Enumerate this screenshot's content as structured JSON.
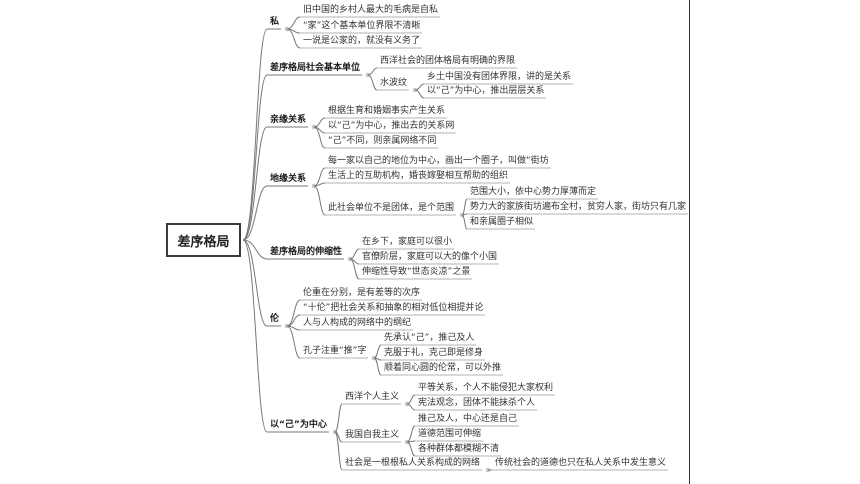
{
  "root": "差序格局",
  "branches": [
    {
      "label": "私",
      "children": [
        {
          "label": "旧中国的乡村人最大的毛病是自私"
        },
        {
          "label": "“家”这个基本单位界限不清晰"
        },
        {
          "label": "一说是公家的，就没有义务了"
        }
      ]
    },
    {
      "label": "差序格局社会基本单位",
      "children": [
        {
          "label": "西洋社会的团体格局有明确的界限"
        },
        {
          "label": "水波纹",
          "children": [
            {
              "label": "乡土中国没有团体界限，讲的是关系"
            },
            {
              "label": "以“己”为中心，推出层层关系"
            }
          ]
        }
      ]
    },
    {
      "label": "亲缘关系",
      "children": [
        {
          "label": "根据生育和婚姻事实产生关系"
        },
        {
          "label": "以“己”为中心，推出去的关系网"
        },
        {
          "label": "“己”不同，则亲属网络不同"
        }
      ]
    },
    {
      "label": "地缘关系",
      "children": [
        {
          "label": "每一家以自己的地位为中心，画出一个圈子，叫做“街坊"
        },
        {
          "label": "生活上的互助机构，婚丧嫁娶相互帮助的组织"
        },
        {
          "label": "此社会单位不是团体，是个范围",
          "children": [
            {
              "label": "范围大小，依中心势力厚薄而定"
            },
            {
              "label": "势力大的家族街坊遍布全村，贫穷人家，街坊只有几家"
            },
            {
              "label": "和亲属圈子相似"
            }
          ]
        }
      ]
    },
    {
      "label": "差序格局的伸缩性",
      "children": [
        {
          "label": "在乡下，家庭可以很小"
        },
        {
          "label": "官僚阶层，家庭可以大的像个小国"
        },
        {
          "label": "伸缩性导致“世态炎凉”之景"
        }
      ]
    },
    {
      "label": "伦",
      "children": [
        {
          "label": "伦重在分别，是有差等的次序"
        },
        {
          "label": "“十伦”把社会关系和抽象的相对低位相提并论"
        },
        {
          "label": "人与人构成的网络中的纲纪"
        },
        {
          "label": "孔子注重“推”字",
          "children": [
            {
              "label": "先承认“己”，推己及人"
            },
            {
              "label": "克服于礼，克己即是修身"
            },
            {
              "label": "顺着同心圆的伦常，可以外推"
            }
          ]
        }
      ]
    },
    {
      "label": "以“己”为中心",
      "children": [
        {
          "label": "西洋个人主义",
          "children": [
            {
              "label": "平等关系，个人不能侵犯大家权利"
            },
            {
              "label": "宪法观念，团体不能抹杀个人"
            }
          ]
        },
        {
          "label": "我国自我主义",
          "children": [
            {
              "label": "推己及人，中心还是自己"
            },
            {
              "label": "道德范围可伸缩"
            },
            {
              "label": "各种群体都模糊不清"
            }
          ]
        },
        {
          "label": "社会是一根根私人关系构成的网络",
          "children": [
            {
              "label": "传统社会的道德也只在私人关系中发生意义"
            }
          ]
        }
      ]
    }
  ]
}
